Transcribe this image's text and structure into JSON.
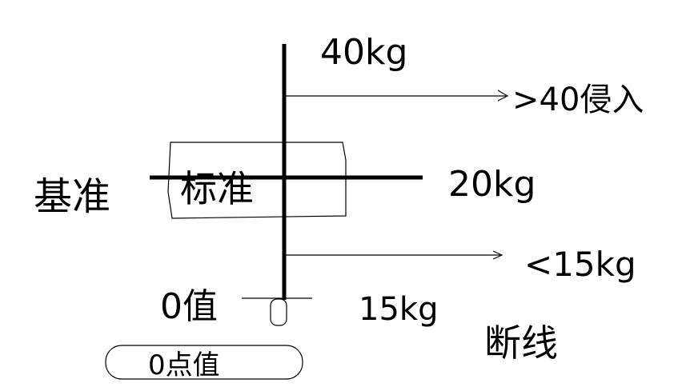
{
  "labels": {
    "top_weight": "40kg",
    "upper_arrow_label": ">40侵入",
    "left_label": "基准",
    "box_label": "标准",
    "right_weight": "20kg",
    "lower_arrow_label": "<15kg",
    "bottom_value_label": "0值",
    "bottom_weight": "15kg",
    "break_label": "断线",
    "bottom_box_label": "0点值"
  },
  "colors": {
    "ink": "#000000",
    "background": "#ffffff"
  }
}
